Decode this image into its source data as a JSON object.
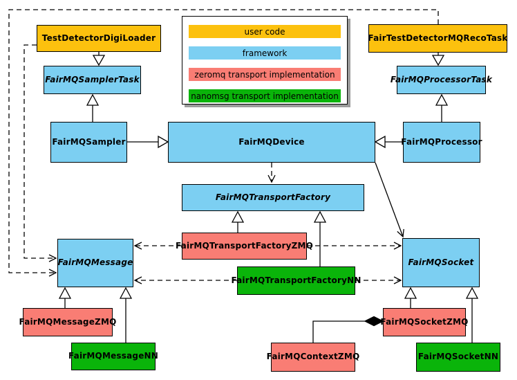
{
  "palette": {
    "user_code": "#FCC10E",
    "framework": "#7CCFF2",
    "zeromq": "#F97D74",
    "nanomsg": "#0AB40A",
    "border": "#000000",
    "legend_shadow": "#9B9B9B"
  },
  "legend": {
    "items": [
      {
        "label": "user code",
        "type": "user_code"
      },
      {
        "label": "framework",
        "type": "framework"
      },
      {
        "label": "zeromq transport implementation",
        "type": "zeromq"
      },
      {
        "label": "nanomsg transport implementation",
        "type": "nanomsg"
      }
    ]
  },
  "nodes": {
    "testDetectorDigiLoader": {
      "label": "TestDetectorDigiLoader",
      "type": "user_code",
      "abstract": false
    },
    "fairTestDetectorMQRecoTask": {
      "label": "FairTestDetectorMQRecoTask",
      "type": "user_code",
      "abstract": false
    },
    "fairMQSamplerTask": {
      "label": "FairMQSamplerTask",
      "type": "framework",
      "abstract": true
    },
    "fairMQProcessorTask": {
      "label": "FairMQProcessorTask",
      "type": "framework",
      "abstract": true
    },
    "fairMQSampler": {
      "label": "FairMQSampler",
      "type": "framework",
      "abstract": false
    },
    "fairMQDevice": {
      "label": "FairMQDevice",
      "type": "framework",
      "abstract": false
    },
    "fairMQProcessor": {
      "label": "FairMQProcessor",
      "type": "framework",
      "abstract": false
    },
    "fairMQTransportFactory": {
      "label": "FairMQTransportFactory",
      "type": "framework",
      "abstract": true
    },
    "fairMQMessage": {
      "label": "FairMQMessage",
      "type": "framework",
      "abstract": true
    },
    "fairMQSocket": {
      "label": "FairMQSocket",
      "type": "framework",
      "abstract": true
    },
    "fairMQTransportFactoryZMQ": {
      "label": "FairMQTransportFactoryZMQ",
      "type": "zeromq",
      "abstract": false
    },
    "fairMQTransportFactoryNN": {
      "label": "FairMQTransportFactoryNN",
      "type": "nanomsg",
      "abstract": false
    },
    "fairMQMessageZMQ": {
      "label": "FairMQMessageZMQ",
      "type": "zeromq",
      "abstract": false
    },
    "fairMQMessageNN": {
      "label": "FairMQMessageNN",
      "type": "nanomsg",
      "abstract": false
    },
    "fairMQSocketZMQ": {
      "label": "FairMQSocketZMQ",
      "type": "zeromq",
      "abstract": false
    },
    "fairMQSocketNN": {
      "label": "FairMQSocketNN",
      "type": "nanomsg",
      "abstract": false
    },
    "fairMQContextZMQ": {
      "label": "FairMQContextZMQ",
      "type": "zeromq",
      "abstract": false
    }
  },
  "edges": [
    {
      "from": "testDetectorDigiLoader",
      "to": "fairMQSamplerTask",
      "type": "inheritance"
    },
    {
      "from": "fairMQSampler",
      "to": "fairMQSamplerTask",
      "type": "inheritance"
    },
    {
      "from": "fairTestDetectorMQRecoTask",
      "to": "fairMQProcessorTask",
      "type": "inheritance"
    },
    {
      "from": "fairMQProcessor",
      "to": "fairMQProcessorTask",
      "type": "inheritance"
    },
    {
      "from": "fairMQSampler",
      "to": "fairMQDevice",
      "type": "inheritance"
    },
    {
      "from": "fairMQProcessor",
      "to": "fairMQDevice",
      "type": "inheritance"
    },
    {
      "from": "fairMQTransportFactoryZMQ",
      "to": "fairMQTransportFactory",
      "type": "inheritance"
    },
    {
      "from": "fairMQTransportFactoryNN",
      "to": "fairMQTransportFactory",
      "type": "inheritance"
    },
    {
      "from": "fairMQMessageZMQ",
      "to": "fairMQMessage",
      "type": "inheritance"
    },
    {
      "from": "fairMQMessageNN",
      "to": "fairMQMessage",
      "type": "inheritance"
    },
    {
      "from": "fairMQSocketZMQ",
      "to": "fairMQSocket",
      "type": "inheritance"
    },
    {
      "from": "fairMQSocketNN",
      "to": "fairMQSocket",
      "type": "inheritance"
    },
    {
      "from": "fairMQDevice",
      "to": "fairMQTransportFactory",
      "type": "dependency"
    },
    {
      "from": "fairMQDevice",
      "to": "fairMQSocket",
      "type": "association"
    },
    {
      "from": "fairMQTransportFactoryZMQ",
      "to": "fairMQMessage",
      "type": "dependency"
    },
    {
      "from": "fairMQTransportFactoryZMQ",
      "to": "fairMQSocket",
      "type": "dependency"
    },
    {
      "from": "fairMQTransportFactoryNN",
      "to": "fairMQMessage",
      "type": "dependency"
    },
    {
      "from": "fairMQTransportFactoryNN",
      "to": "fairMQSocket",
      "type": "dependency"
    },
    {
      "from": "testDetectorDigiLoader",
      "to": "fairMQMessage",
      "type": "dependency"
    },
    {
      "from": "fairTestDetectorMQRecoTask",
      "to": "fairMQMessage",
      "type": "dependency"
    },
    {
      "from": "fairMQContextZMQ",
      "to": "fairMQSocketZMQ",
      "type": "composition"
    }
  ]
}
